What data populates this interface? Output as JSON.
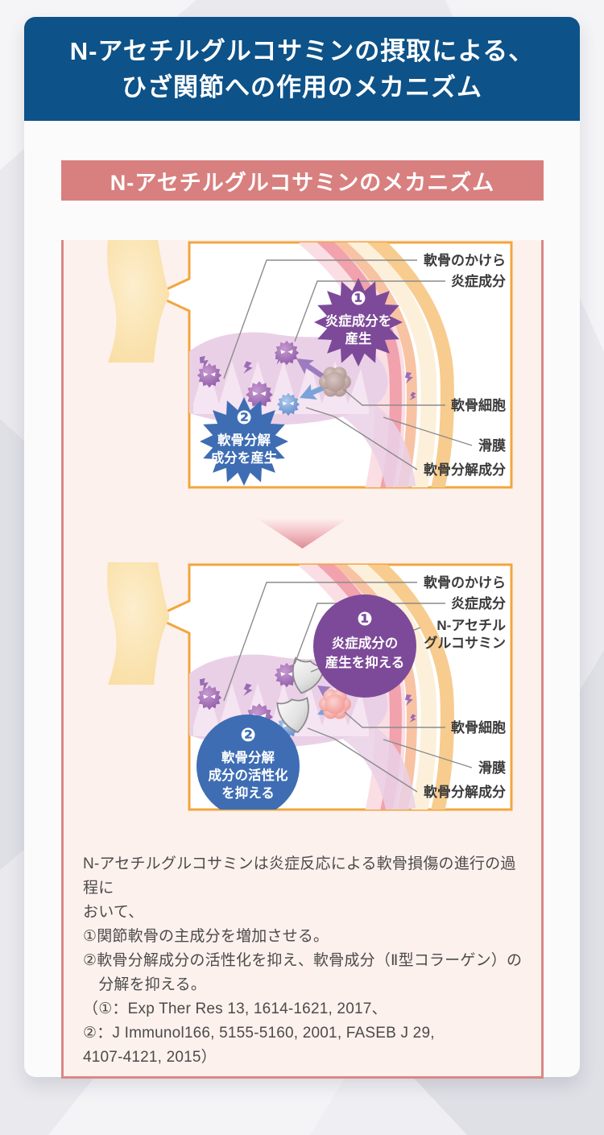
{
  "header": {
    "title_line1": "N-アセチルグルコサミンの摂取による、",
    "title_line2": "ひざ関節への作用のメカニズム"
  },
  "mechanism": {
    "box_title": "N-アセチルグルコサミンのメカニズム",
    "labels": {
      "fragment": "軟骨のかけら",
      "inflammatory": "炎症成分",
      "nag_line1": "N-アセチル",
      "nag_line2": "グルコサミン",
      "chondrocyte": "軟骨細胞",
      "synovium": "滑膜",
      "degradation": "軟骨分解成分"
    },
    "diagram1": {
      "burst1": {
        "num": "❶",
        "line1": "炎症成分を",
        "line2": "産生"
      },
      "burst2": {
        "num": "❷",
        "line1": "軟骨分解",
        "line2": "成分を産生"
      }
    },
    "diagram2": {
      "circle1": {
        "num": "❶",
        "line1": "炎症成分の",
        "line2": "産生を抑える"
      },
      "circle2": {
        "num": "❷",
        "line1": "軟骨分解",
        "line2": "成分の活性化",
        "line3": "を抑える"
      }
    },
    "footnote": "N-アセチルグルコサミンは炎症反応による軟骨損傷の進行の過程に\nおいて、\n①関節軟骨の主成分を増加させる。\n②軟骨分解成分の活性化を抑え、軟骨成分（Ⅱ型コラーゲン）の\n　分解を抑える。\n（①：Exp Ther Res 13, 1614-1621, 2017、\n②：J Immunol166, 5155-5160, 2001, FASEB J 29,\n4107-4121, 2015）"
  },
  "colors": {
    "header_blue": "#0d5288",
    "panel_pink": "#d8807f",
    "panel_body": "#fdf1ed",
    "diagram_border": "#f2a63e",
    "burst_purple": "#7d4a99",
    "burst_blue": "#3e6db4"
  }
}
